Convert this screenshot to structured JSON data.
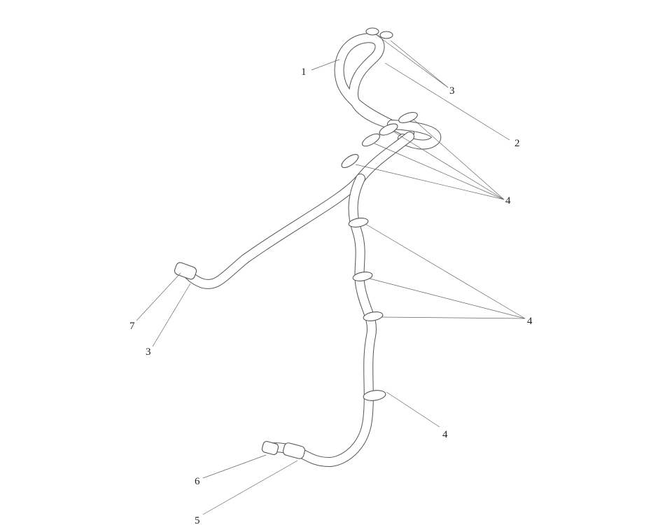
{
  "diagram": {
    "callouts": [
      {
        "id": "c1",
        "label": "1"
      },
      {
        "id": "c2",
        "label": "2"
      },
      {
        "id": "c3a",
        "label": "3"
      },
      {
        "id": "c3b",
        "label": "3"
      },
      {
        "id": "c4a",
        "label": "4"
      },
      {
        "id": "c4b",
        "label": "4"
      },
      {
        "id": "c4c",
        "label": "4"
      },
      {
        "id": "c5",
        "label": "5"
      },
      {
        "id": "c6",
        "label": "6"
      },
      {
        "id": "c7",
        "label": "7"
      }
    ],
    "colors": {
      "line": "#555555",
      "leader": "#666666",
      "text": "#222222",
      "background": "#ffffff"
    }
  }
}
